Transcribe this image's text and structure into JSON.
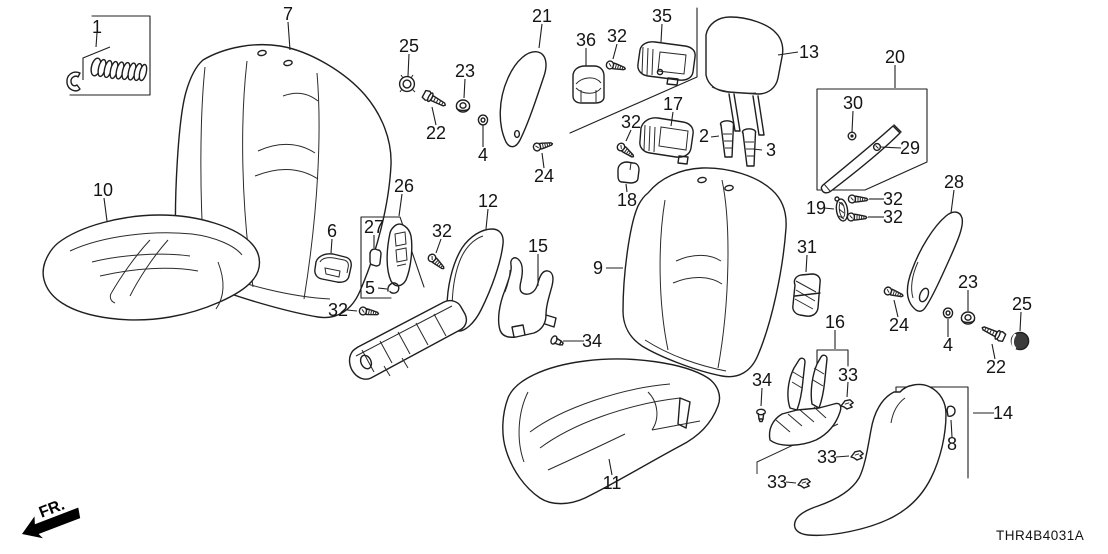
{
  "diagram": {
    "code": "THR4B4031A",
    "direction_label": "FR.",
    "line_color": "#1f1f1f",
    "background_color": "#ffffff"
  },
  "callouts": {
    "p1": "1",
    "p2": "2",
    "p3": "3",
    "p4": "4",
    "p5": "5",
    "p6": "6",
    "p7": "7",
    "p8": "8",
    "p9": "9",
    "p10": "10",
    "p11": "11",
    "p12": "12",
    "p13": "13",
    "p14": "14",
    "p15": "15",
    "p16": "16",
    "p17": "17",
    "p18": "18",
    "p19": "19",
    "p20": "20",
    "p21": "21",
    "p22": "22",
    "p23": "23",
    "p24": "24",
    "p25": "25",
    "p26": "26",
    "p27": "27",
    "p28": "28",
    "p29": "29",
    "p30": "30",
    "p31": "31",
    "p32": "32",
    "p33": "33",
    "p34": "34",
    "p35": "35",
    "p36": "36"
  }
}
